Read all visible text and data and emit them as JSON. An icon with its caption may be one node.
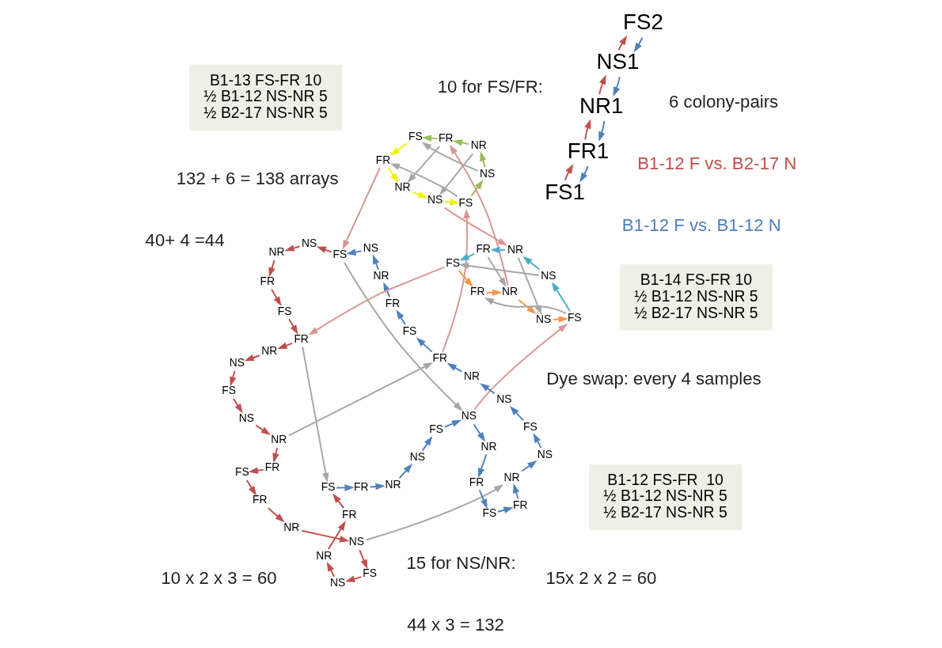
{
  "diagram": {
    "nodes": [
      {
        "text": [
          "FS1"
        ]
      },
      {
        "text": [
          "FR1"
        ]
      },
      {
        "text": [
          "NR1"
        ]
      },
      {
        "text": [
          "NS1"
        ]
      },
      {
        "text": [
          "FS2"
        ]
      },
      {
        "text": [
          "FS"
        ]
      },
      {
        "text": [
          "NS"
        ]
      },
      {
        "text": [
          "NR"
        ]
      },
      {
        "text": [
          "FR"
        ]
      },
      {
        "text": [
          "FS"
        ]
      },
      {
        "text": [
          "FR"
        ]
      },
      {
        "text": [
          "NR"
        ]
      },
      {
        "text": [
          "NS"
        ]
      },
      {
        "text": [
          "FS"
        ]
      },
      {
        "text": [
          "NS"
        ]
      },
      {
        "text": [
          "NR"
        ]
      },
      {
        "text": [
          "FR"
        ]
      },
      {
        "text": [
          "FS"
        ]
      },
      {
        "text": [
          "FR"
        ]
      },
      {
        "text": [
          "NR"
        ]
      },
      {
        "text": [
          "NS"
        ]
      },
      {
        "text": [
          "FS"
        ]
      },
      {
        "text": [
          "NS"
        ]
      },
      {
        "text": [
          "NR"
        ]
      },
      {
        "text": [
          "FR"
        ]
      },
      {
        "text": [
          "FS"
        ]
      },
      {
        "text": [
          "FR"
        ]
      },
      {
        "text": [
          "NR"
        ]
      },
      {
        "text": [
          "NS"
        ]
      },
      {
        "text": [
          "FS"
        ]
      },
      {
        "text": [
          "NS"
        ]
      },
      {
        "text": [
          "NR"
        ]
      },
      {
        "text": [
          "FR"
        ]
      },
      {
        "text": [
          "FS"
        ]
      },
      {
        "text": [
          "FR"
        ]
      },
      {
        "text": [
          "NR"
        ]
      },
      {
        "text": [
          "NS"
        ]
      },
      {
        "text": [
          "FS"
        ]
      },
      {
        "text": [
          "NS"
        ]
      },
      {
        "text": [
          "NR"
        ]
      },
      {
        "text": [
          "FR"
        ]
      },
      {
        "text": [
          "FS"
        ]
      },
      {
        "text": [
          "FR"
        ]
      },
      {
        "text": [
          "NR"
        ]
      },
      {
        "text": [
          "NS"
        ]
      },
      {
        "text": [
          "B1-12 FS-FR  10",
          "½ B1-12 NS-NR 5",
          "½ B2-17 NS-NR 5"
        ]
      },
      {
        "text": [
          "FS"
        ]
      },
      {
        "text": [
          "FR"
        ]
      },
      {
        "text": [
          "NR"
        ]
      },
      {
        "text": [
          "NS"
        ]
      },
      {
        "text": [
          "FS"
        ]
      },
      {
        "text": [
          "NS"
        ]
      },
      {
        "text": [
          "NR"
        ]
      },
      {
        "text": [
          "FR"
        ]
      },
      {
        "text": [
          "B1-14 FS-FR 10",
          "½ B1-12 NS-NR 5",
          "½ B2-17 NS-NR 5"
        ]
      },
      {
        "text": [
          "FS"
        ]
      },
      {
        "text": [
          "FR"
        ]
      },
      {
        "text": [
          "NR"
        ]
      },
      {
        "text": [
          "NS"
        ]
      },
      {
        "text": [
          "FS"
        ]
      },
      {
        "text": [
          "NS"
        ]
      },
      {
        "text": [
          "NR"
        ]
      },
      {
        "text": [
          "FR"
        ]
      },
      {
        "text": [
          "B1-13 FS-FR 10",
          "½ B1-12 NS-NR 5",
          "½ B2-17 NS-NR 5"
        ]
      }
    ],
    "edges": [
      {
        "from": 0,
        "to": 1,
        "arrow": "to"
      },
      {
        "from": 1,
        "to": 0,
        "arrow": "to",
        "color": "#4f81bd"
      },
      {
        "from": 1,
        "to": 2,
        "arrow": "to"
      },
      {
        "from": 2,
        "to": 1,
        "arrow": "to",
        "color": "#4f81bd"
      },
      {
        "from": 2,
        "to": 3,
        "arrow": "to"
      },
      {
        "from": 3,
        "to": 2,
        "arrow": "to",
        "color": "#4f81bd"
      },
      {
        "from": 3,
        "to": 4,
        "arrow": "to"
      },
      {
        "from": 4,
        "to": 3,
        "arrow": "to",
        "color": "#4f81bd"
      },
      {
        "from": 5,
        "to": 6,
        "arrow": "to"
      },
      {
        "from": 6,
        "to": 7,
        "arrow": "to"
      },
      {
        "from": 7,
        "to": 8,
        "arrow": "to"
      },
      {
        "from": 8,
        "to": 9,
        "arrow": "to"
      },
      {
        "from": 9,
        "to": 10,
        "arrow": "to"
      },
      {
        "from": 10,
        "to": 11,
        "arrow": "to"
      },
      {
        "from": 11,
        "to": 12,
        "arrow": "to"
      },
      {
        "from": 12,
        "to": 13,
        "arrow": "to"
      },
      {
        "from": 13,
        "to": 14,
        "arrow": "to"
      },
      {
        "from": 14,
        "to": 15,
        "arrow": "to"
      },
      {
        "from": 15,
        "to": 16,
        "arrow": "to"
      },
      {
        "from": 16,
        "to": 17,
        "arrow": "to"
      },
      {
        "from": 17,
        "to": 18,
        "arrow": "to"
      },
      {
        "from": 18,
        "to": 19,
        "arrow": "to"
      },
      {
        "from": 19,
        "to": 20,
        "arrow": "to"
      },
      {
        "from": 20,
        "to": 21,
        "arrow": "to"
      },
      {
        "from": 21,
        "to": 22,
        "arrow": "to"
      },
      {
        "from": 22,
        "to": 23,
        "arrow": "to"
      },
      {
        "from": 23,
        "to": 24,
        "arrow": "to"
      },
      {
        "from": 24,
        "to": 25,
        "arrow": "to"
      },
      {
        "from": 25,
        "to": 26,
        "arrow": "to",
        "color": "#4f81bd"
      },
      {
        "from": 26,
        "to": 27,
        "arrow": "to",
        "color": "#4f81bd"
      },
      {
        "from": 27,
        "to": 28,
        "arrow": "to",
        "color": "#4f81bd"
      },
      {
        "from": 28,
        "to": 29,
        "arrow": "to",
        "color": "#4f81bd"
      },
      {
        "from": 29,
        "to": 30,
        "arrow": "to",
        "color": "#4f81bd"
      },
      {
        "from": 30,
        "to": 31,
        "arrow": "to",
        "color": "#4f81bd"
      },
      {
        "from": 31,
        "to": 32,
        "arrow": "to",
        "color": "#4f81bd"
      },
      {
        "from": 32,
        "to": 33,
        "arrow": "to",
        "color": "#4f81bd"
      },
      {
        "from": 33,
        "to": 34,
        "arrow": "to",
        "color": "#4f81bd"
      },
      {
        "from": 34,
        "to": 35,
        "arrow": "to",
        "color": "#4f81bd"
      },
      {
        "from": 35,
        "to": 36,
        "arrow": "to",
        "color": "#4f81bd"
      },
      {
        "from": 36,
        "to": 37,
        "arrow": "to",
        "color": "#4f81bd"
      },
      {
        "from": 37,
        "to": 38,
        "arrow": "to",
        "color": "#4f81bd"
      },
      {
        "from": 38,
        "to": 39,
        "arrow": "to",
        "color": "#4f81bd"
      },
      {
        "from": 39,
        "to": 40,
        "arrow": "to",
        "color": "#4f81bd"
      },
      {
        "from": 40,
        "to": 41,
        "arrow": "to",
        "color": "#4f81bd"
      },
      {
        "from": 41,
        "to": 42,
        "arrow": "to",
        "color": "#4f81bd"
      },
      {
        "from": 42,
        "to": 43,
        "arrow": "to",
        "color": "#4f81bd"
      },
      {
        "from": 43,
        "to": 44,
        "arrow": "to",
        "color": "#4f81bd"
      },
      {
        "from": 44,
        "to": 5,
        "arrow": "to",
        "color": "#4f81bd"
      },
      {
        "from": 5,
        "to": 30,
        "arrow": "to",
        "color": "#a6a6a6"
      },
      {
        "from": 10,
        "to": 25,
        "arrow": "to",
        "color": "#a6a6a6"
      },
      {
        "from": 15,
        "to": 40,
        "arrow": "to",
        "color": "#a6a6a6"
      },
      {
        "from": 20,
        "to": 35,
        "arrow": "to",
        "color": "#a6a6a6"
      },
      {
        "from": 46,
        "to": 47,
        "arrow": "to",
        "color": "#f2f200"
      },
      {
        "from": 47,
        "to": 48,
        "arrow": "to",
        "color": "#f2f200"
      },
      {
        "from": 48,
        "to": 49,
        "arrow": "to",
        "color": "#f2f200"
      },
      {
        "from": 49,
        "to": 50,
        "arrow": "to",
        "color": "#f2f200"
      },
      {
        "from": 50,
        "to": 51,
        "arrow": "to",
        "color": "#9bbb59"
      },
      {
        "from": 51,
        "to": 52,
        "arrow": "to",
        "color": "#9bbb59"
      },
      {
        "from": 52,
        "to": 53,
        "arrow": "to",
        "color": "#9bbb59"
      },
      {
        "from": 53,
        "to": 46,
        "arrow": "to",
        "color": "#9bbb59"
      },
      {
        "from": 53,
        "to": 48,
        "arrow": "to",
        "color": "#a6a6a6"
      },
      {
        "from": 52,
        "to": 49,
        "arrow": "to",
        "color": "#a6a6a6"
      },
      {
        "from": 51,
        "to": 46,
        "arrow": "to",
        "color": "#a6a6a6"
      },
      {
        "from": 50,
        "to": 47,
        "arrow": "to",
        "color": "#a6a6a6"
      },
      {
        "from": 55,
        "to": 56,
        "arrow": "to",
        "color": "#f79646"
      },
      {
        "from": 56,
        "to": 57,
        "arrow": "to",
        "color": "#f79646"
      },
      {
        "from": 57,
        "to": 58,
        "arrow": "to",
        "color": "#f79646"
      },
      {
        "from": 58,
        "to": 59,
        "arrow": "to",
        "color": "#f79646"
      },
      {
        "from": 59,
        "to": 60,
        "arrow": "to",
        "color": "#4bacc6"
      },
      {
        "from": 60,
        "to": 61,
        "arrow": "to",
        "color": "#4bacc6"
      },
      {
        "from": 61,
        "to": 62,
        "arrow": "to",
        "color": "#4bacc6"
      },
      {
        "from": 62,
        "to": 55,
        "arrow": "to",
        "color": "#4bacc6"
      },
      {
        "from": 62,
        "to": 57,
        "arrow": "to",
        "color": "#a6a6a6"
      },
      {
        "from": 61,
        "to": 58,
        "arrow": "to",
        "color": "#a6a6a6"
      },
      {
        "from": 60,
        "to": 55,
        "arrow": "to",
        "color": "#a6a6a6"
      },
      {
        "from": 59,
        "to": 56,
        "arrow": "to",
        "color": "#a6a6a6"
      },
      {
        "from": 47,
        "to": 5,
        "arrow": "to",
        "color": "#d99694"
      },
      {
        "from": 40,
        "to": 50,
        "arrow": "to",
        "color": "#d99694"
      },
      {
        "from": 55,
        "to": 10,
        "arrow": "to",
        "color": "#d99694"
      },
      {
        "from": 30,
        "to": 59,
        "arrow": "to",
        "color": "#d99694"
      },
      {
        "from": 49,
        "to": 61,
        "arrow": "to",
        "color": "#d99694"
      },
      {
        "from": 57,
        "to": 53,
        "arrow": "to",
        "color": "#d99694"
      }
    ],
    "labels": [
      "Dye swap: every 4 samples",
      "B1-12 F vs. B1-12 N",
      "B1-12 F vs. B2-17 N",
      "15 for NS/NR:",
      "15x 2 x 2 = 60",
      "40+ 4 =44",
      "44 x 3 = 132",
      "132 + 6 = 138 arrays",
      "10 for FS/FR:",
      "10 x 2 x 3 = 60",
      "6 colony-pairs"
    ]
  }
}
